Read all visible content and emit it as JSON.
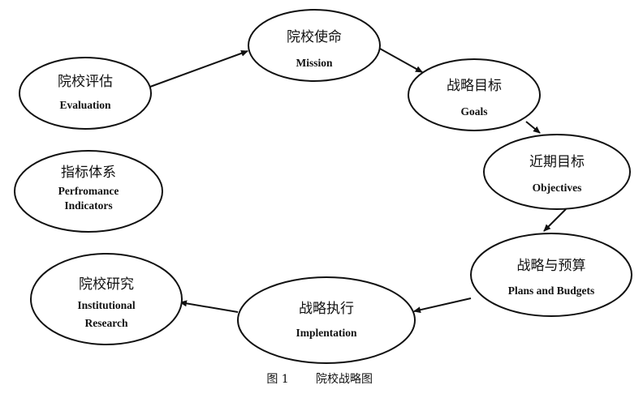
{
  "nodes": {
    "mission": {
      "zh": "院校使命",
      "en": [
        "Mission"
      ]
    },
    "goals": {
      "zh": "战略目标",
      "en": [
        "Goals"
      ]
    },
    "objectives": {
      "zh": "近期目标",
      "en": [
        "Objectives"
      ]
    },
    "plans": {
      "zh": "战略与预算",
      "en": [
        "Plans and Budgets"
      ]
    },
    "implement": {
      "zh": "战略执行",
      "en": [
        "Implentation"
      ]
    },
    "research": {
      "zh": "院校研究",
      "en": [
        "Institutional",
        "Research"
      ]
    },
    "indicators": {
      "zh": "指标体系",
      "en": [
        "Perfromance",
        "Indicators"
      ]
    },
    "evaluation": {
      "zh": "院校评估",
      "en": [
        "Evaluation"
      ]
    }
  },
  "caption": {
    "figure_no": "图 1",
    "title": "院校战略图"
  }
}
